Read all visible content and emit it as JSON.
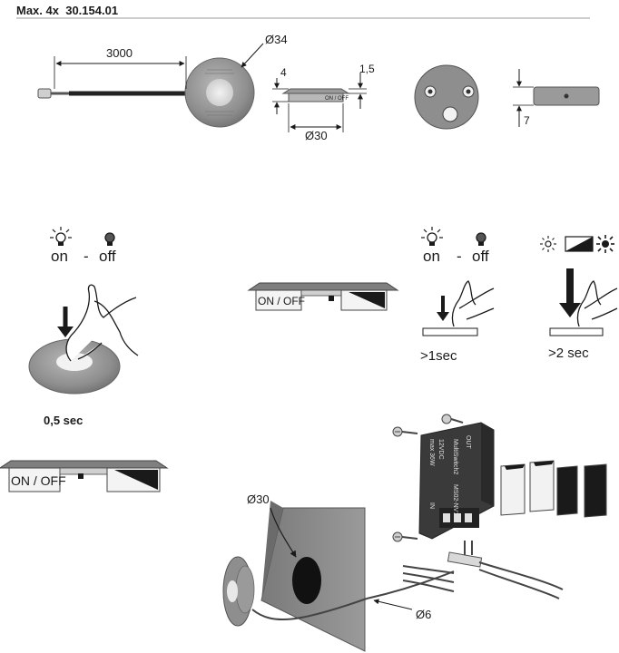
{
  "header": {
    "quantity": "Max. 4x",
    "article_number": "30.154.01"
  },
  "dimensions": {
    "cable_length": "3000",
    "outer_diameter": "Ø34",
    "height": "4",
    "cover_height": "1,5",
    "body_diameter": "Ø30",
    "mount_height": "7",
    "cutout_diameter": "Ø30",
    "cable_diameter": "Ø6"
  },
  "functions": {
    "on": "on",
    "off": "off",
    "dash": "-",
    "tap_time": "0,5 sec",
    "short_press": ">1sec",
    "long_press": ">2 sec",
    "switch_label": "ON / OFF"
  },
  "device": {
    "brand": "MultiSwitch2",
    "model": "MS02-NV12",
    "voltage": "12VDC",
    "power": "max 36W",
    "out_label": "OUT",
    "in_label": "IN"
  },
  "colors": {
    "sensor_gray": "#8e8e8e",
    "dark_gray": "#4a4a4a",
    "black": "#1a1a1a"
  }
}
